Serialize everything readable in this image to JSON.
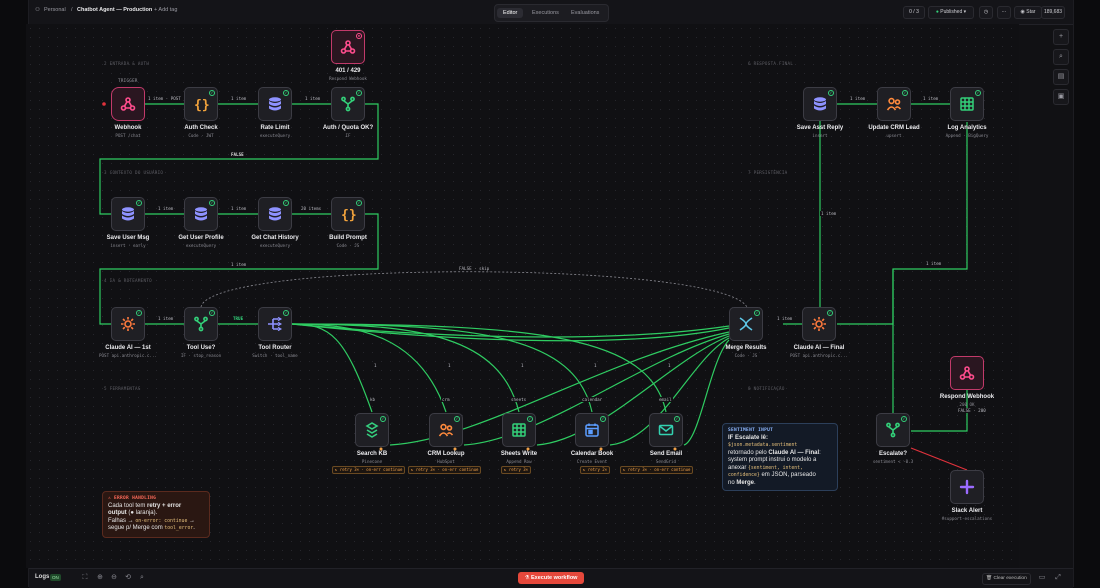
{
  "header": {
    "workspace": "Personal",
    "separator": "/",
    "workflow_name": "Chatbot Agent — Production",
    "add_tag": "+ Add tag",
    "tabs": [
      "Editor",
      "Executions",
      "Evaluations"
    ],
    "active_tab": "Editor",
    "counter": "0 / 3",
    "status": "Published",
    "star_label": "Star",
    "star_count": "189,683"
  },
  "sections": {
    "entrada": "2 ENTRADA & AUTH",
    "contexto": "3 CONTEXTO DO USUÁRIO",
    "ia": "4 IA & ROTEAMENTO",
    "ferramentas": "5 FERRAMENTAS",
    "resposta": "6 RESPOSTA FINAL",
    "persistencia": "7 PERSISTÊNCIA",
    "notificacao": "8 NOTIFICAÇÃO"
  },
  "nodes": {
    "webhook": {
      "title": "Webhook",
      "sub": "POST /chat",
      "badge": "TRIGGER"
    },
    "auth_check": {
      "title": "Auth Check",
      "sub": "Code · JWT"
    },
    "rate_limit": {
      "title": "Rate Limit",
      "sub": "executeQuery"
    },
    "auth_quota": {
      "title": "Auth / Quota OK?",
      "sub": "IF"
    },
    "respond_401": {
      "title": "401 / 429",
      "sub": "Respond Webhook"
    },
    "save_user_msg": {
      "title": "Save User Msg",
      "sub": "insert · early"
    },
    "get_user_profile": {
      "title": "Get User Profile",
      "sub": "executeQuery"
    },
    "get_chat_history": {
      "title": "Get Chat History",
      "sub": "executeQuery"
    },
    "build_prompt": {
      "title": "Build Prompt",
      "sub": "Code · JS"
    },
    "claude_1st": {
      "title": "Claude AI — 1st",
      "sub": "POST api.anthropic.c..."
    },
    "tool_use": {
      "title": "Tool Use?",
      "sub": "IF · stop_reason"
    },
    "tool_router": {
      "title": "Tool Router",
      "sub": "Switch · tool_name"
    },
    "merge_results": {
      "title": "Merge Results",
      "sub": "Code · JS"
    },
    "claude_final": {
      "title": "Claude AI — Final",
      "sub": "POST api.anthropic.c..."
    },
    "search_kb": {
      "title": "Search KB",
      "sub": "Pinecone"
    },
    "crm_lookup": {
      "title": "CRM Lookup",
      "sub": "HubSpot"
    },
    "sheets_write": {
      "title": "Sheets Write",
      "sub": "Append Row"
    },
    "calendar_book": {
      "title": "Calendar Book",
      "sub": "Create Event"
    },
    "send_email": {
      "title": "Send Email",
      "sub": "SendGrid"
    },
    "save_asst_reply": {
      "title": "Save Asst Reply",
      "sub": "insert"
    },
    "update_crm_lead": {
      "title": "Update CRM Lead",
      "sub": "upsert"
    },
    "log_analytics": {
      "title": "Log Analytics",
      "sub": "Append · BigQuery"
    },
    "respond_webhook": {
      "title": "Respond Webhook",
      "sub": "200 OK"
    },
    "escalate": {
      "title": "Escalate?",
      "sub": "sentiment < -0.3"
    },
    "slack_alert": {
      "title": "Slack Alert",
      "sub": "#support-escalations"
    }
  },
  "edge_labels": {
    "e1": "1 item · POST",
    "e2": "1 item",
    "e3": "1 item",
    "false_lbl": "FALSE",
    "e5": "1 item",
    "e6": "1 item",
    "e7": "20 items",
    "e8": "1 item",
    "e9": "1 item",
    "true_lbl": "TRUE",
    "skip": "FALSE · skip",
    "e10": "1 item",
    "e11": "1 item",
    "e12": "1 item",
    "e13": "1 item",
    "false_200": "FALSE · 200",
    "t1": "1",
    "t2": "1",
    "t3": "1",
    "t4": "1",
    "t5": "1",
    "kb": "kb",
    "crm": "crm",
    "sheets": "sheets",
    "calendar": "calendar",
    "email": "email"
  },
  "retries": {
    "kb": "↻ retry 3× · on-err continue",
    "crm": "↻ retry 3× · on-err continue",
    "sheets": "↻ retry 3×",
    "calendar": "↻ retry 2×",
    "email": "↻ retry 3× · on-err continue"
  },
  "error_note": {
    "heading": "⚠ ERROR HANDLING",
    "l1a": "Cada tool tem ",
    "l1b": "retry + error",
    "l2a": "output",
    "l2b": " (● laranja).",
    "l3a": "Falhas → ",
    "l3b": "on-error: continue",
    "l3c": " →",
    "l4a": "segue p/ Merge com ",
    "l4b": "tool_error",
    "l4c": "."
  },
  "info_note": {
    "heading": "SENTIMENT INPUT",
    "l1a": "IF Escalate lê:",
    "l2": "$json.metadata.sentiment",
    "l3a": "retornado pelo ",
    "l3b": "Claude AI — Final",
    "l3c": ":",
    "l4": "system prompt instrui o modelo a",
    "l5a": "anexar ",
    "l5b": "{sentiment, intent,",
    "l6a": "confidence}",
    "l6b": " em JSON, parseado",
    "l7a": "no ",
    "l7b": "Merge",
    "l7c": "."
  },
  "footer": {
    "logs": "Logs",
    "logs_badge": "ON",
    "execute": "Execute workflow",
    "clear": "Clear execution"
  },
  "colors": {
    "wire": "#2fcc62",
    "trigger": "#c23a6a",
    "ai": "#ff7a3d",
    "db": "#8e92ff",
    "code": "#f2a33c",
    "alert": "#e0323c"
  }
}
